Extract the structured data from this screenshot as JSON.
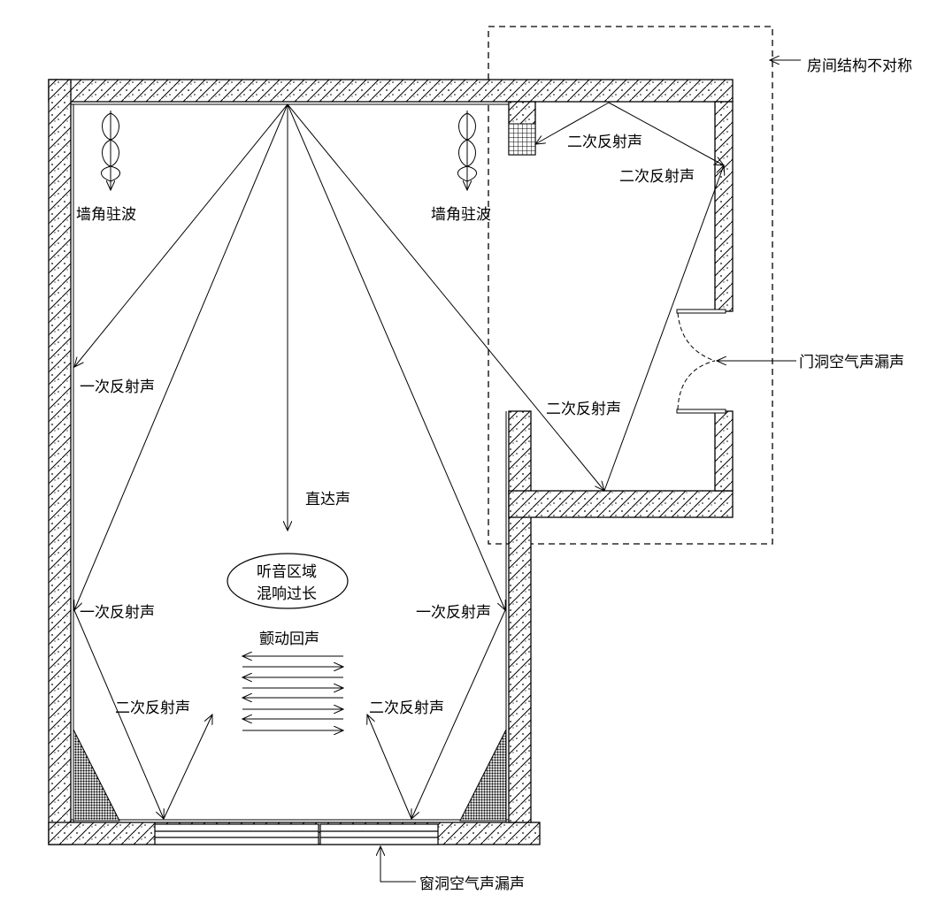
{
  "title_note": "房间结构不对称",
  "labels": {
    "corner_standing_wave_left": "墙角驻波",
    "corner_standing_wave_right": "墙角驻波",
    "primary_reflection_left_upper": "一次反射声",
    "primary_reflection_left_lower": "一次反射声",
    "primary_reflection_right": "一次反射声",
    "secondary_reflection_top": "二次反射声",
    "secondary_reflection_right_wall": "二次反射声",
    "secondary_reflection_annex": "二次反射声",
    "secondary_reflection_bottom_left": "二次反射声",
    "secondary_reflection_bottom_right": "二次反射声",
    "direct_sound": "直达声",
    "flutter_echo": "颤动回声",
    "door_leak": "门洞空气声漏声",
    "window_leak": "窗洞空气声漏声"
  },
  "listening_zone": {
    "line1": "听音区域",
    "line2": "混响过长"
  },
  "colors": {
    "ink": "#000000",
    "background": "#ffffff"
  }
}
